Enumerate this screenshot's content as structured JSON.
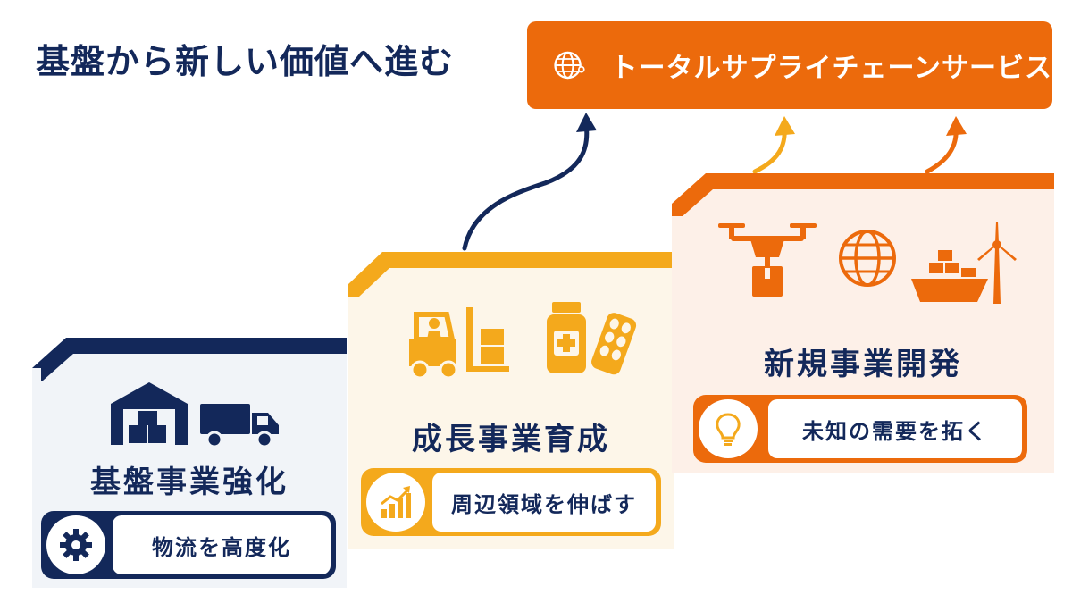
{
  "headline": "基盤から新しい価値へ進む",
  "top_banner": {
    "label": "トータルサプライチェーンサービス",
    "icon": "globe-network-icon"
  },
  "stages": [
    {
      "title": "基盤事業強化",
      "tag": "物流を高度化",
      "tag_icon": "gear-icon",
      "icons": [
        "warehouse-icon",
        "truck-icon"
      ],
      "color": "#13285a",
      "bg": "#f1f4f8"
    },
    {
      "title": "成長事業育成",
      "tag": "周辺領域を伸ばす",
      "tag_icon": "growth-chart-icon",
      "icons": [
        "forklift-icon",
        "medicine-bottle-icon",
        "pill-blister-icon"
      ],
      "color": "#f4a91c",
      "bg": "#fdf6e9"
    },
    {
      "title": "新規事業開発",
      "tag": "未知の需要を拓く",
      "tag_icon": "lightbulb-icon",
      "icons": [
        "drone-icon",
        "globe-icon",
        "cargo-ship-icon",
        "wind-turbine-icon"
      ],
      "color": "#ec6a0c",
      "bg": "#fdf0e8"
    }
  ]
}
